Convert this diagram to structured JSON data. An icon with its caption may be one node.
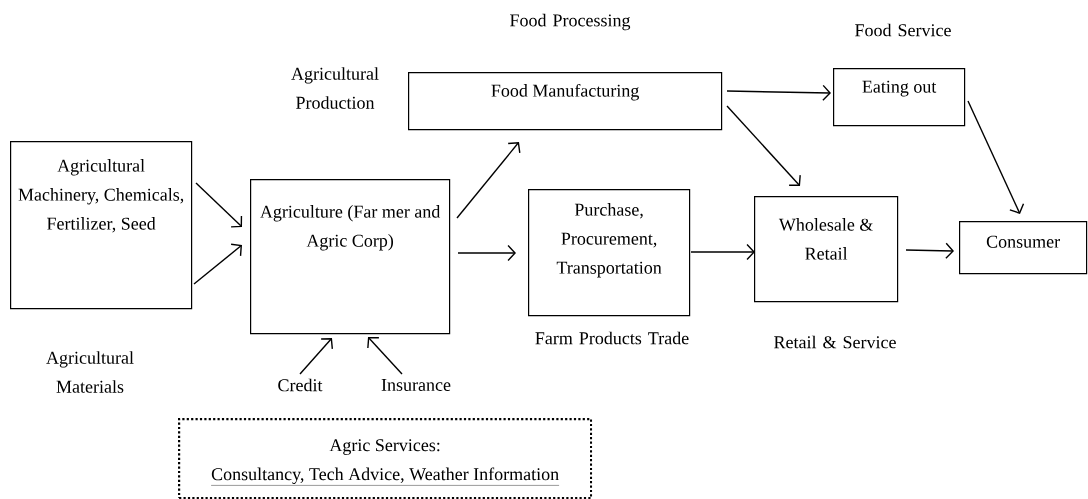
{
  "diagram": {
    "nodes": [
      {
        "text": [
          "Agricultural Machinery, Chemicals, Fertilizer, Seed"
        ]
      },
      {
        "text": [
          "Agriculture (Far mer and Agric Corp)"
        ]
      },
      {
        "text": [
          "Food Manufacturing"
        ]
      },
      {
        "text": [
          "Eating out"
        ]
      },
      {
        "text": [
          "Purchase, Procurement, Transportation"
        ]
      },
      {
        "text": [
          "Wholesale & Retail"
        ]
      },
      {
        "text": [
          "Consumer"
        ]
      },
      {
        "text": [
          "Credit"
        ]
      },
      {
        "text": [
          "Insurance"
        ]
      },
      {
        "text": [
          "Agric Services:",
          "Consultancy, Tech Advice, Weather Information"
        ]
      }
    ],
    "edges": [
      {
        "from": 0,
        "to": 1,
        "arrow": "to"
      },
      {
        "from": 0,
        "to": 1,
        "arrow": "to"
      },
      {
        "from": 1,
        "to": 2,
        "arrow": "to"
      },
      {
        "from": 1,
        "to": 4,
        "arrow": "to"
      },
      {
        "from": 2,
        "to": 3,
        "arrow": "to"
      },
      {
        "from": 2,
        "to": 5,
        "arrow": "to"
      },
      {
        "from": 3,
        "to": 6,
        "arrow": "to"
      },
      {
        "from": 4,
        "to": 5,
        "arrow": "to"
      },
      {
        "from": 5,
        "to": 6,
        "arrow": "to"
      },
      {
        "from": 7,
        "to": 1,
        "arrow": "to"
      },
      {
        "from": 8,
        "to": 1,
        "arrow": "to"
      }
    ],
    "labels": [
      "Food Processing",
      "Food Service",
      "Agricultural Production",
      "Agricultural Materials",
      "Farm Products Trade",
      "Retail & Service"
    ]
  }
}
